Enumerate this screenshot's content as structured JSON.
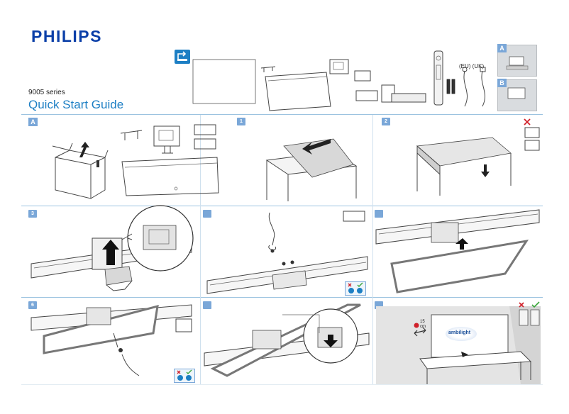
{
  "header": {
    "brand": "PHILIPS",
    "series": "9005 series",
    "title": "Quick Start Guide"
  },
  "accessories": {
    "plug_labels": "(EU) (UK)"
  },
  "options": {
    "a": "A",
    "b": "B"
  },
  "steps": [
    {
      "label": "A"
    },
    {
      "label": "1"
    },
    {
      "label": "2"
    },
    {
      "label": "3"
    },
    {
      "label": ""
    },
    {
      "label": ""
    },
    {
      "label": "6"
    },
    {
      "label": ""
    },
    {
      "label": ""
    }
  ],
  "ambilight": {
    "logo_text": "ambilight",
    "distance_value": "15",
    "distance_unit": "cm"
  },
  "colors": {
    "brand_blue": "#0b3fa8",
    "title_blue": "#1d7fc4",
    "badge_blue": "#7aa7d8",
    "error_red": "#d0202a",
    "ok_green": "#3aa53a"
  },
  "icons": {
    "download": "download-arrow-icon",
    "ok": "check-icon",
    "no": "cross-icon"
  }
}
